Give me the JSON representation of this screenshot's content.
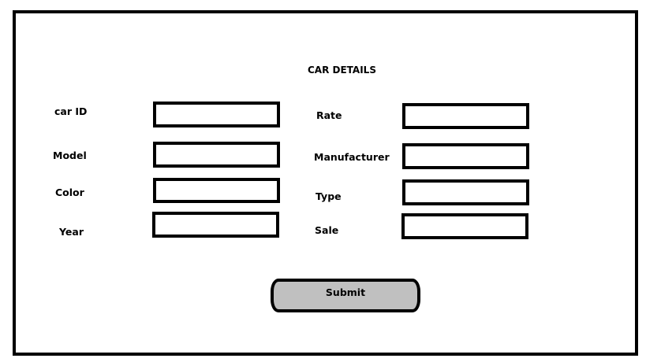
{
  "form": {
    "title": "CAR DETAILS",
    "left_fields": [
      {
        "label": "car ID",
        "value": ""
      },
      {
        "label": "Model",
        "value": ""
      },
      {
        "label": "Color",
        "value": ""
      },
      {
        "label": "Year",
        "value": ""
      }
    ],
    "right_fields": [
      {
        "label": "Rate",
        "value": ""
      },
      {
        "label": "Manufacturer",
        "value": ""
      },
      {
        "label": "Type",
        "value": ""
      },
      {
        "label": "Sale",
        "value": ""
      }
    ],
    "submit_label": "Submit"
  }
}
